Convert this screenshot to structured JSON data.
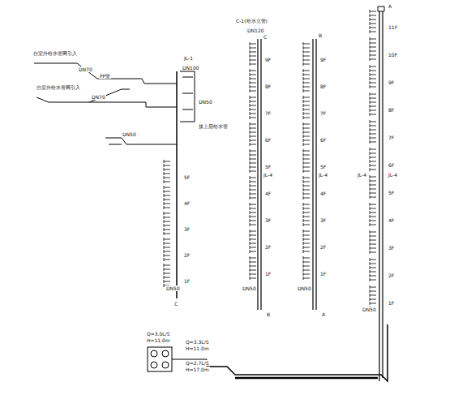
{
  "diagram": {
    "labels": [
      "PP管",
      "自室外给水管网引入",
      "DN70",
      "自室外给水管网引入",
      "DN70",
      "DN50",
      "JL-1",
      "DN100",
      "DN50",
      "接上层给水管",
      "C",
      "DN50",
      "C-1(给水立管)",
      "DN120",
      "C",
      "B",
      "A",
      "B",
      "A",
      "JL-4",
      "JL-4",
      "JL-4",
      "JL-4",
      "DN50",
      "DN50",
      "DN50",
      "Q=3.0L/S",
      "H=11.0m",
      "Q=3.3L/S",
      "H=11.0m",
      "Q=2.7L/S",
      "H=17.0m",
      "5F",
      "4F",
      "3F",
      "2F",
      "1F",
      "9F",
      "8F",
      "7F",
      "6F",
      "5F",
      "4F",
      "3F",
      "2F",
      "1F",
      "9F",
      "8F",
      "7F",
      "6F",
      "5F",
      "4F",
      "3F",
      "2F",
      "1F",
      "11F",
      "10F",
      "9F",
      "8F",
      "7F",
      "6F",
      "5F",
      "4F",
      "3F",
      "2F",
      "1F"
    ]
  }
}
